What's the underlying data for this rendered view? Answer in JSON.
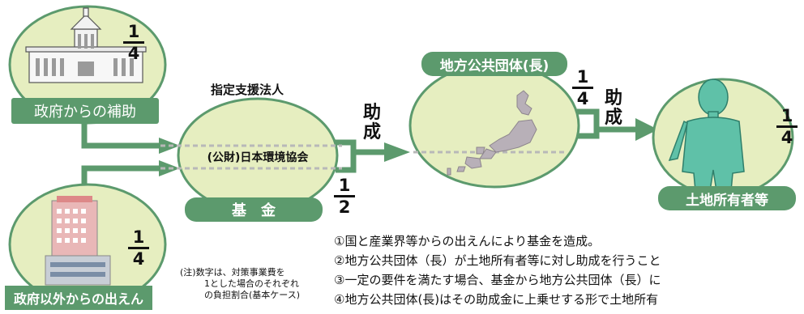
{
  "labels": {
    "government_aid": "政府からの補助",
    "non_government": "政府以外からの出えん",
    "designated_corp": "指定支援法人",
    "foundation": "(公財)日本環境協会",
    "fund": "基　金",
    "local_gov": "地方公共団体(長)",
    "landowner": "土地所有者等",
    "grant_1": "助\n成",
    "grant_2": "助\n成"
  },
  "fractions": {
    "government": {
      "num": "1",
      "den": "4"
    },
    "non_government": {
      "num": "1",
      "den": "4"
    },
    "fund": {
      "num": "1",
      "den": "2"
    },
    "local_gov": {
      "num": "1",
      "den": "4"
    },
    "landowner": {
      "num": "1",
      "den": "4"
    }
  },
  "note": {
    "line1": "(注)数字は、対策事業費を",
    "line2": "1とした場合のそれぞれ",
    "line3": "の負担割合(基本ケース)"
  },
  "steps": [
    "①国と産業界等からの出えんにより基金を造成。",
    "②地方公共団体（長）が土地所有者等に対し助成を行うこと",
    "③一定の要件を満たす場合、基金から地方公共団体（長）に",
    "④地方公共団体(長)はその助成金に上乗せする形で土地所有"
  ],
  "colors": {
    "ellipse_fill": "#e6eec0",
    "ellipse_stroke": "#5c9a6d",
    "tag_fill": "#5c9a6d",
    "arrow": "#5c9a6d",
    "dashed": "#b8b8b8",
    "person": "#5fc1a8"
  },
  "icons": [
    "parliament-building-icon",
    "office-building-icon",
    "japan-map-icon",
    "person-icon"
  ]
}
